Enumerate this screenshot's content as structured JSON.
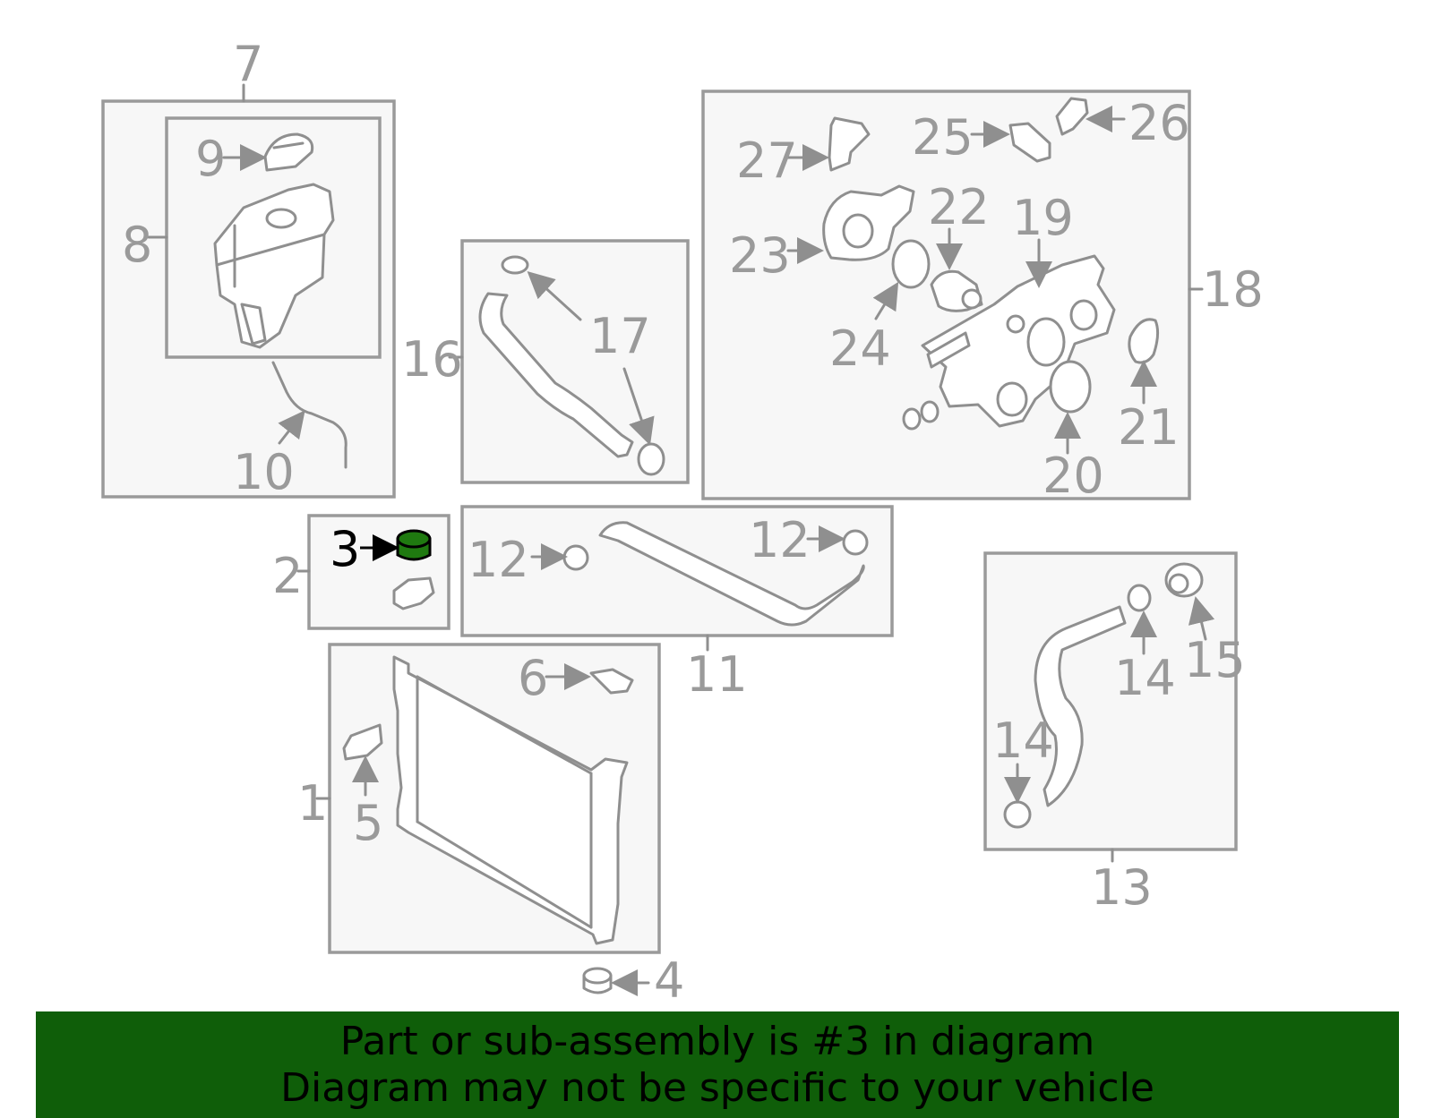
{
  "diagram": {
    "labels": [
      "1",
      "2",
      "3",
      "4",
      "5",
      "6",
      "7",
      "8",
      "9",
      "10",
      "11",
      "12",
      "12",
      "13",
      "14",
      "14",
      "15",
      "16",
      "17",
      "18",
      "19",
      "20",
      "21",
      "22",
      "23",
      "24",
      "25",
      "26",
      "27"
    ],
    "highlighted_label": "3",
    "highlight_color": "#1f7a10",
    "box_stroke_color": "#9a9a9a",
    "label_color": "#9a9a9a"
  },
  "banner": {
    "line1": "Part or sub-assembly is #3 in diagram",
    "line2": "Diagram may not be specific to your vehicle",
    "background": "#0f5e09"
  }
}
